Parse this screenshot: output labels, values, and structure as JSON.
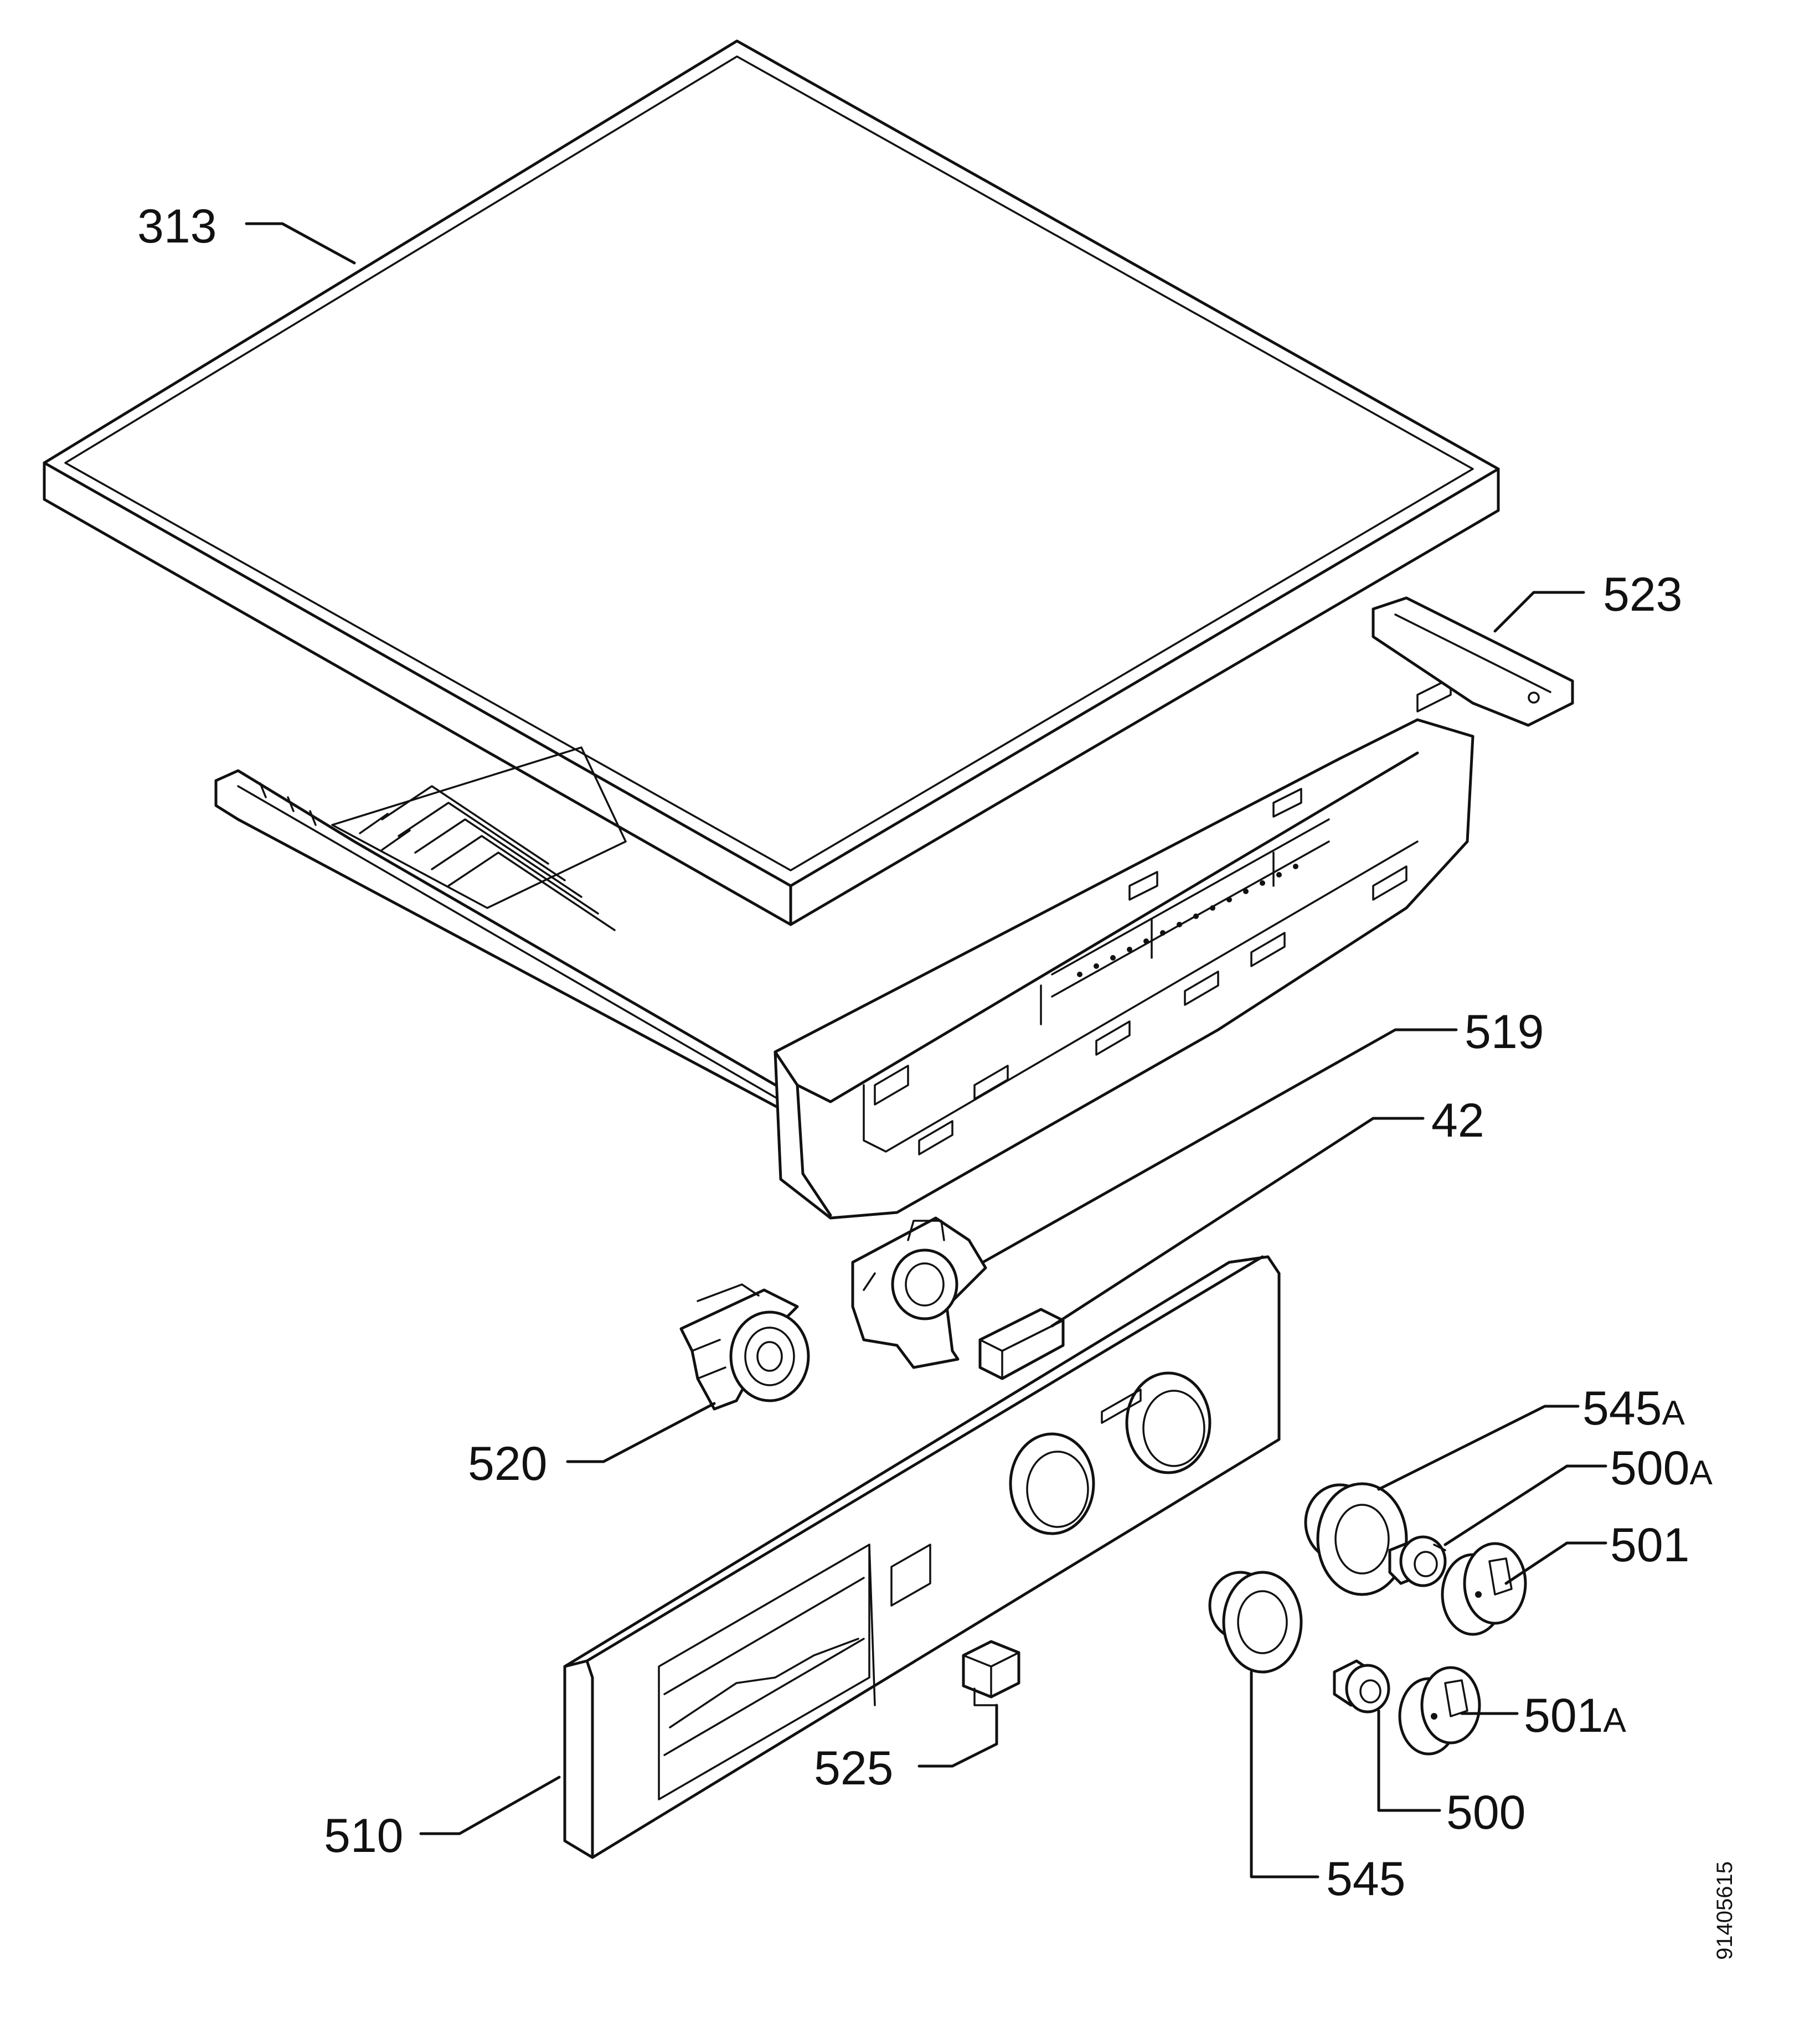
{
  "drawing_code": "91405615",
  "callouts": [
    {
      "id": "c313",
      "number": "313",
      "suffix": ""
    },
    {
      "id": "c523",
      "number": "523",
      "suffix": ""
    },
    {
      "id": "c519",
      "number": "519",
      "suffix": ""
    },
    {
      "id": "c42",
      "number": "42",
      "suffix": ""
    },
    {
      "id": "c520",
      "number": "520",
      "suffix": ""
    },
    {
      "id": "c545A",
      "number": "545",
      "suffix": "A"
    },
    {
      "id": "c500A",
      "number": "500",
      "suffix": "A"
    },
    {
      "id": "c501",
      "number": "501",
      "suffix": ""
    },
    {
      "id": "c501A",
      "number": "501",
      "suffix": "A"
    },
    {
      "id": "c525",
      "number": "525",
      "suffix": ""
    },
    {
      "id": "c500",
      "number": "500",
      "suffix": ""
    },
    {
      "id": "c510",
      "number": "510",
      "suffix": ""
    },
    {
      "id": "c545",
      "number": "545",
      "suffix": ""
    }
  ]
}
